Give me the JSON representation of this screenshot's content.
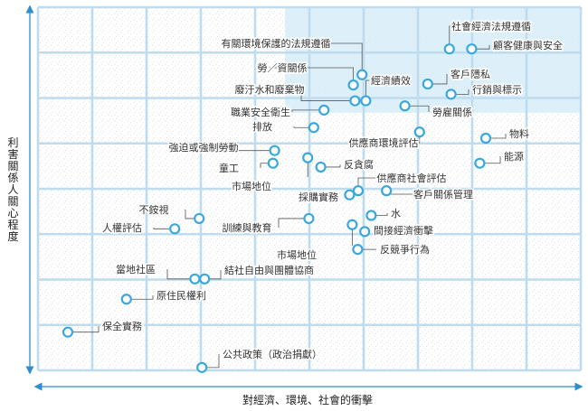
{
  "chart_data": {
    "type": "scatter",
    "title": "",
    "xlabel": "對經濟、環境、社會的衝擊",
    "ylabel": "利害關係人關心程度",
    "xlim": [
      0,
      100
    ],
    "ylim": [
      0,
      100
    ],
    "grid": true,
    "highlight_region": {
      "x": [
        45.5,
        100
      ],
      "y": [
        72.4,
        100
      ]
    },
    "colors": {
      "point": "#3aa8dc",
      "point_fill": "#ffffff",
      "highlight": "#d7edf8",
      "grid": "#bfdcef",
      "axis": "#2f8fce",
      "leader": "#555555"
    },
    "points": [
      {
        "label": "社會經濟法規遵循",
        "x": 75.8,
        "y": 91.0
      },
      {
        "label": "顧客健康與安全",
        "x": 79.9,
        "y": 91.0
      },
      {
        "label": "有關環境保護的法規遵循",
        "x": 59.7,
        "y": 83.5
      },
      {
        "label": "勞／資關係",
        "x": 58.1,
        "y": 80.5
      },
      {
        "label": "客戶隱私",
        "x": 71.8,
        "y": 80.8
      },
      {
        "label": "行銷與標示",
        "x": 76.1,
        "y": 77.8
      },
      {
        "label": "廢汙水和廢棄物",
        "x": 58.4,
        "y": 75.9
      },
      {
        "label": "經濟績效",
        "x": 60.4,
        "y": 75.9
      },
      {
        "label": "勞雇關係",
        "x": 67.6,
        "y": 74.4
      },
      {
        "label": "職業安全衛生",
        "x": 52.7,
        "y": 73.2
      },
      {
        "label": "排放",
        "x": 50.8,
        "y": 68.1
      },
      {
        "label": "供應商環境評估",
        "x": 70.3,
        "y": 66.8
      },
      {
        "label": "物料",
        "x": 82.5,
        "y": 65.0
      },
      {
        "label": "強迫或強制勞動",
        "x": 43.6,
        "y": 61.4
      },
      {
        "label": "市場地位",
        "x": 49.7,
        "y": 59.3
      },
      {
        "label": "能源",
        "x": 81.4,
        "y": 57.7
      },
      {
        "label": "童工",
        "x": 43.3,
        "y": 57.7
      },
      {
        "label": "反貪腐",
        "x": 52.1,
        "y": 56.6
      },
      {
        "label": "供應商社會評估",
        "x": 59.0,
        "y": 49.7
      },
      {
        "label": "客戶關係管理",
        "x": 64.2,
        "y": 49.7
      },
      {
        "label": "採購實務",
        "x": 57.4,
        "y": 48.5
      },
      {
        "label": "不銨視",
        "x": 29.7,
        "y": 41.6
      },
      {
        "label": "水",
        "x": 61.4,
        "y": 42.5
      },
      {
        "label": "訓練與教育",
        "x": 49.9,
        "y": 41.6
      },
      {
        "label": "人權評估",
        "x": 25.2,
        "y": 38.6
      },
      {
        "label": "市場地位",
        "x": 57.9,
        "y": 39.8
      },
      {
        "label": "間接經濟衝擊",
        "x": 60.2,
        "y": 37.8
      },
      {
        "label": "反競爭行為",
        "x": 58.9,
        "y": 32.6
      },
      {
        "label": "當地社區",
        "x": 28.9,
        "y": 24.0
      },
      {
        "label": "結社自由與團體協商",
        "x": 30.7,
        "y": 24.0
      },
      {
        "label": "原住民權利",
        "x": 16.3,
        "y": 18.1
      },
      {
        "label": "保全實務",
        "x": 5.5,
        "y": 8.5
      },
      {
        "label": "公共政策（政治捐獻）",
        "x": 30.2,
        "y": -1.8
      }
    ]
  }
}
